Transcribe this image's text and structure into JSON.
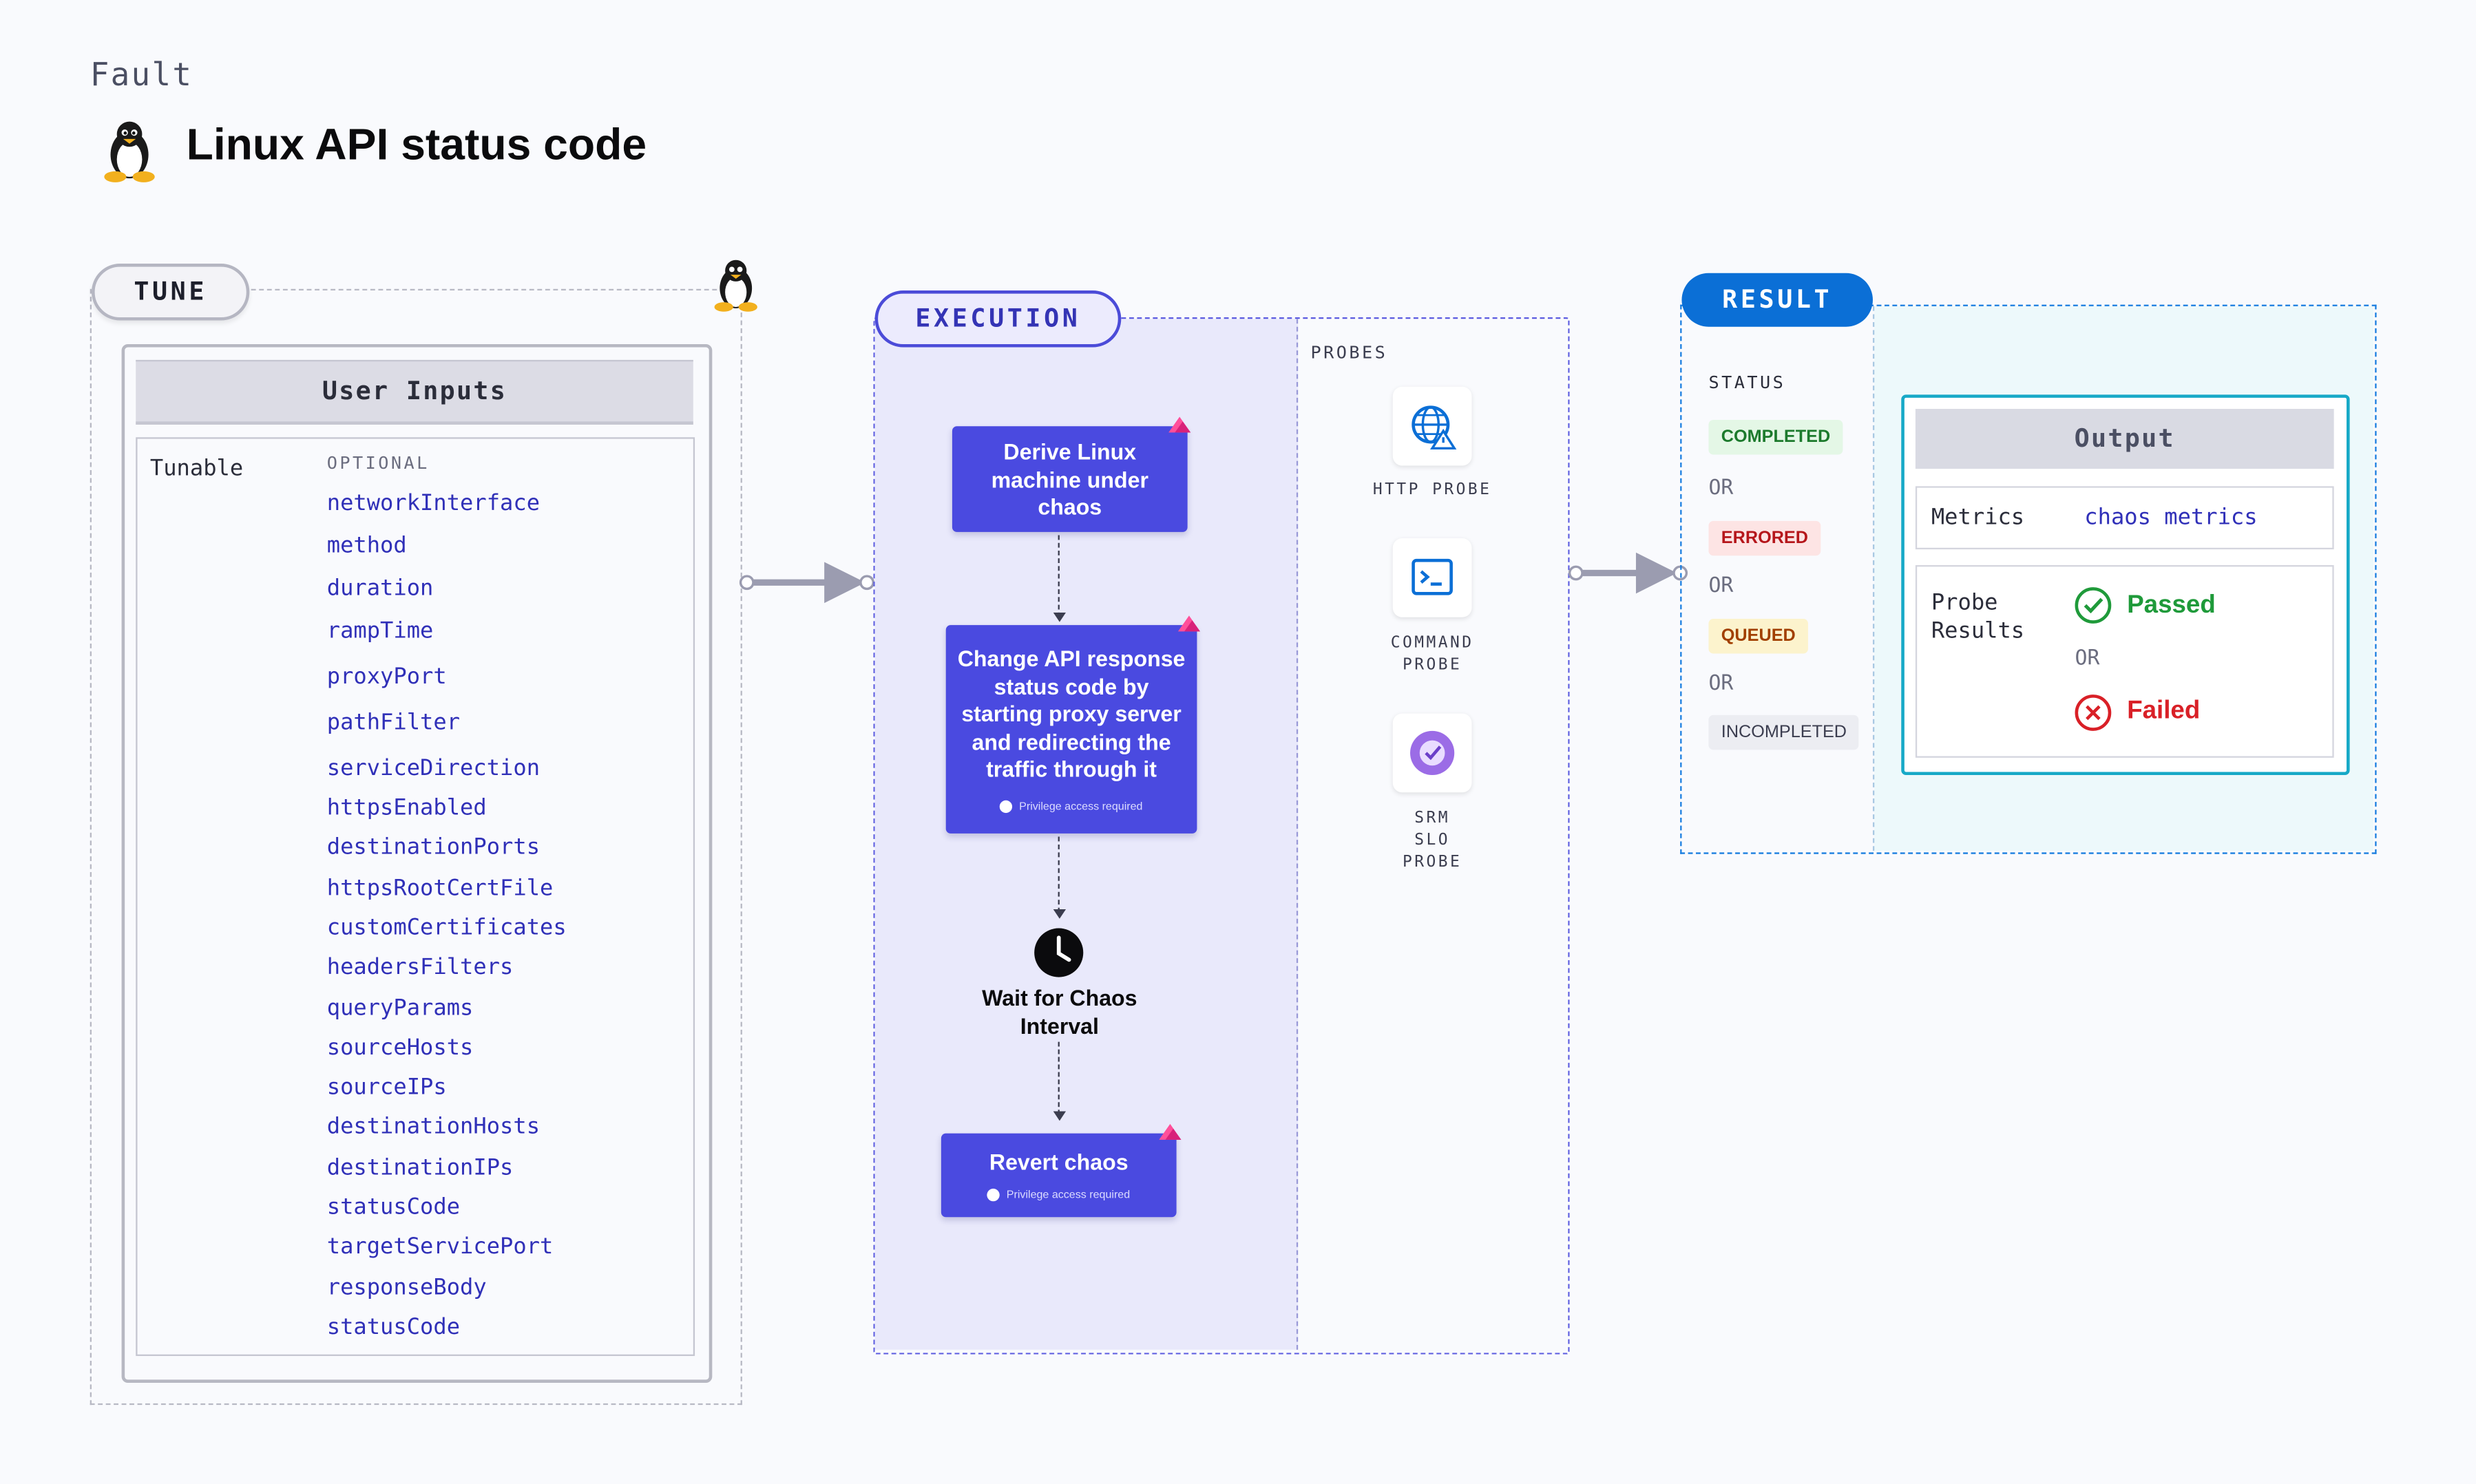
{
  "header": {
    "eyebrow": "Fault",
    "title": "Linux API status code",
    "icon": "linux-penguin-icon"
  },
  "tune": {
    "pill": "TUNE",
    "user_inputs_title": "User Inputs",
    "tunable_label": "Tunable",
    "optional_label": "OPTIONAL",
    "params": [
      "networkInterface",
      "method",
      "duration",
      "rampTime",
      "proxyPort",
      "pathFilter",
      "serviceDirection",
      "httpsEnabled",
      "destinationPorts",
      "httpsRootCertFile",
      "customCertificates",
      "headersFilters",
      "queryParams",
      "sourceHosts",
      "sourceIPs",
      "destinationHosts",
      "destinationIPs",
      "statusCode",
      "targetServicePort",
      "responseBody",
      "statusCode"
    ]
  },
  "execution": {
    "pill": "EXECUTION",
    "probes_label": "PROBES",
    "steps": [
      {
        "text": "Derive Linux machine under chaos",
        "sub": ""
      },
      {
        "text": "Change API response status code by starting proxy server and redirecting the traffic through it",
        "sub": "Privilege access required"
      },
      {
        "text": "Wait for Chaos Interval",
        "sub": ""
      },
      {
        "text": "Revert chaos",
        "sub": "Privilege access required"
      }
    ],
    "probes": [
      {
        "label": "HTTP PROBE",
        "icon": "globe-warning-icon"
      },
      {
        "label": "COMMAND PROBE",
        "icon": "terminal-icon"
      },
      {
        "label": "SRM SLO PROBE",
        "icon": "slo-gauge-icon"
      }
    ]
  },
  "result": {
    "pill": "RESULT",
    "status_label": "STATUS",
    "statuses": [
      "COMPLETED",
      "ERRORED",
      "QUEUED",
      "INCOMPLETED"
    ],
    "or_label": "OR",
    "output_title": "Output",
    "metrics_label": "Metrics",
    "metrics_value": "chaos metrics",
    "probe_results_label": "Probe Results",
    "passed": "Passed",
    "failed": "Failed",
    "colors": {
      "completed_bg": "#e4f7e6",
      "completed_fg": "#1c7a2c",
      "errored_bg": "#fde4e4",
      "errored_fg": "#b5161b",
      "queued_bg": "#fcf3cd",
      "queued_fg": "#a13f00",
      "incompleted_bg": "#ecedf2",
      "incompleted_fg": "#3b3d4f",
      "passed": "#1f9a3a",
      "failed": "#d92027"
    }
  }
}
